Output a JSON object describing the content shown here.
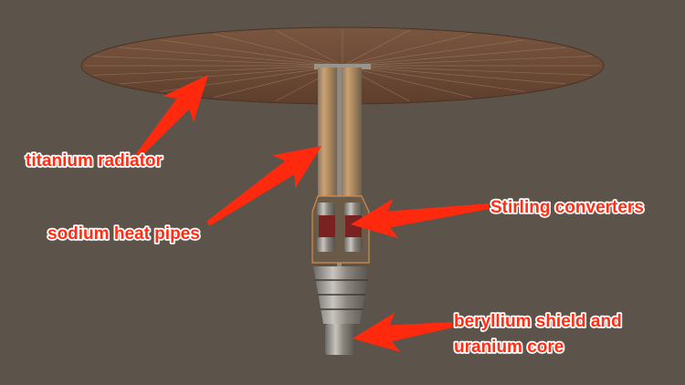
{
  "labels": {
    "radiator": "titanium radiator",
    "heat_pipes": "sodium heat pipes",
    "converters": "Stirling converters",
    "shield_line1": "beryllium shield and",
    "shield_line2": "uranium core"
  },
  "colors": {
    "background": "#5c544a",
    "label": "#ff2d14",
    "arrow": "#ff2a0e",
    "radiator": "#6b4a35"
  }
}
